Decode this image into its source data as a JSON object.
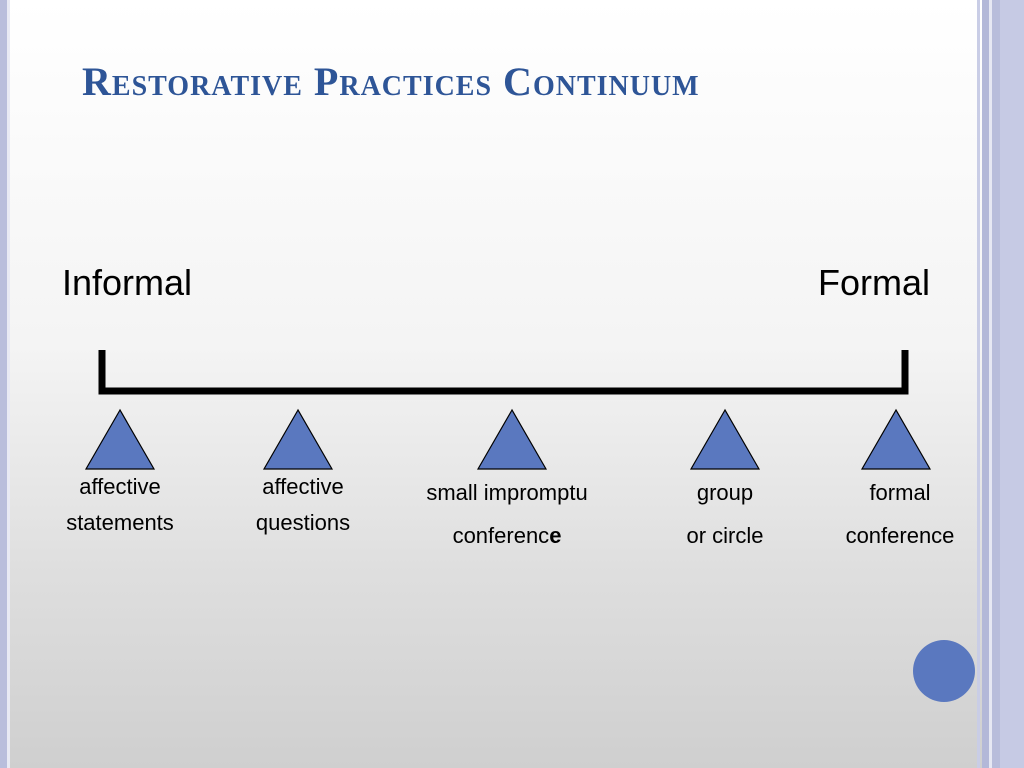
{
  "slide": {
    "title": "Restorative Practices Continuum",
    "left_end": "Informal",
    "right_end": "Formal",
    "items": [
      {
        "line1": "affective",
        "line2": "statements",
        "line2_tail": ""
      },
      {
        "line1": "affective",
        "line2": "questions",
        "line2_tail": ""
      },
      {
        "line1": "small impromptu",
        "line2": "conferenc",
        "line2_tail": "e"
      },
      {
        "line1": "group",
        "line2": "or circle",
        "line2_tail": ""
      },
      {
        "line1": "formal",
        "line2": "conference",
        "line2_tail": ""
      }
    ]
  },
  "colors": {
    "title": "#2e5597",
    "triangle_fill": "#5a78bf",
    "circle": "#5a78bf",
    "bracket": "#000000"
  }
}
